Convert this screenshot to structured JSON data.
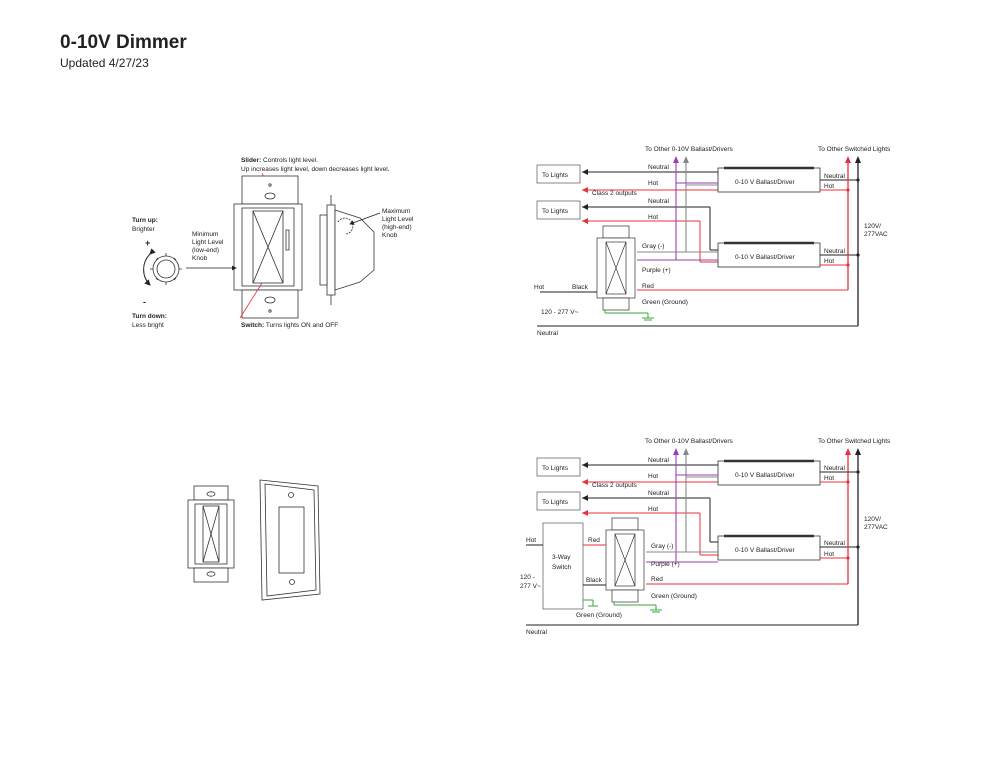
{
  "header": {
    "title": "0-10V Dimmer",
    "subtitle": "Updated 4/27/23"
  },
  "colors": {
    "hot": "#e8303a",
    "neutral": "#222222",
    "gray": "#888888",
    "purple": "#9b3fb5",
    "ground": "#3aa53a"
  },
  "dimmer_callouts": {
    "slider_bold": "Slider:",
    "slider_text": "Controls light level.",
    "slider_line2": "Up increases light level, down decreases light level.",
    "turn_up_bold": "Turn up:",
    "turn_up_text": "Brighter",
    "plus": "+",
    "turn_down_bold": "Turn down:",
    "turn_down_text": "Less bright",
    "minus": "-",
    "min_l1": "Minimum",
    "min_l2": "Light Level",
    "min_l3": "(low-end)",
    "min_l4": "Knob",
    "max_l1": "Maximum",
    "max_l2": "Light Level",
    "max_l3": "(high-end)",
    "max_l4": "Knob",
    "switch_bold": "Switch:",
    "switch_text": "Turns lights ON and OFF"
  },
  "wiring_top": {
    "to_other_ballast": "To Other 0-10V Ballast/Drivers",
    "to_other_switched": "To Other Switched Lights",
    "to_lights_1": "To Lights",
    "to_lights_2": "To Lights",
    "neutral_1": "Neutral",
    "hot_1": "Hot",
    "class2": "Class 2 outputs",
    "neutral_2": "Neutral",
    "hot_2": "Hot",
    "driver_1": "0-10 V Ballast/Driver",
    "driver_2": "0-10 V Ballast/Driver",
    "drv1_neutral": "Neutral",
    "drv1_hot": "Hot",
    "drv2_neutral": "Neutral",
    "drv2_hot": "Hot",
    "gray": "Gray (-)",
    "purple": "Purple (+)",
    "red": "Red",
    "hot_in": "Hot",
    "black": "Black",
    "green": "Green (Ground)",
    "voltage": "120 - 277 V~",
    "mains_l1": "120V/",
    "mains_l2": "277VAC",
    "neutral_bottom": "Neutral"
  },
  "wiring_bottom": {
    "to_other_ballast": "To Other 0-10V Ballast/Drivers",
    "to_other_switched": "To Other Switched Lights",
    "to_lights_1": "To Lights",
    "to_lights_2": "To Lights",
    "neutral_1": "Neutral",
    "hot_1": "Hot",
    "class2": "Class 2 outputs",
    "neutral_2": "Neutral",
    "hot_2": "Hot",
    "driver_1": "0-10 V Ballast/Driver",
    "driver_2": "0-10 V Ballast/Driver",
    "drv1_neutral": "Neutral",
    "drv1_hot": "Hot",
    "drv2_neutral": "Neutral",
    "drv2_hot": "Hot",
    "gray": "Gray (-)",
    "purple": "Purple (+)",
    "red": "Red",
    "hot_in": "Hot",
    "red_in": "Red",
    "black": "Black",
    "three_way_l1": "3-Way",
    "three_way_l2": "Switch",
    "voltage_l1": "120 -",
    "voltage_l2": "277 V~",
    "green": "Green (Ground)",
    "green_switch": "Green (Ground)",
    "mains_l1": "120V/",
    "mains_l2": "277VAC",
    "neutral_bottom": "Neutral"
  }
}
